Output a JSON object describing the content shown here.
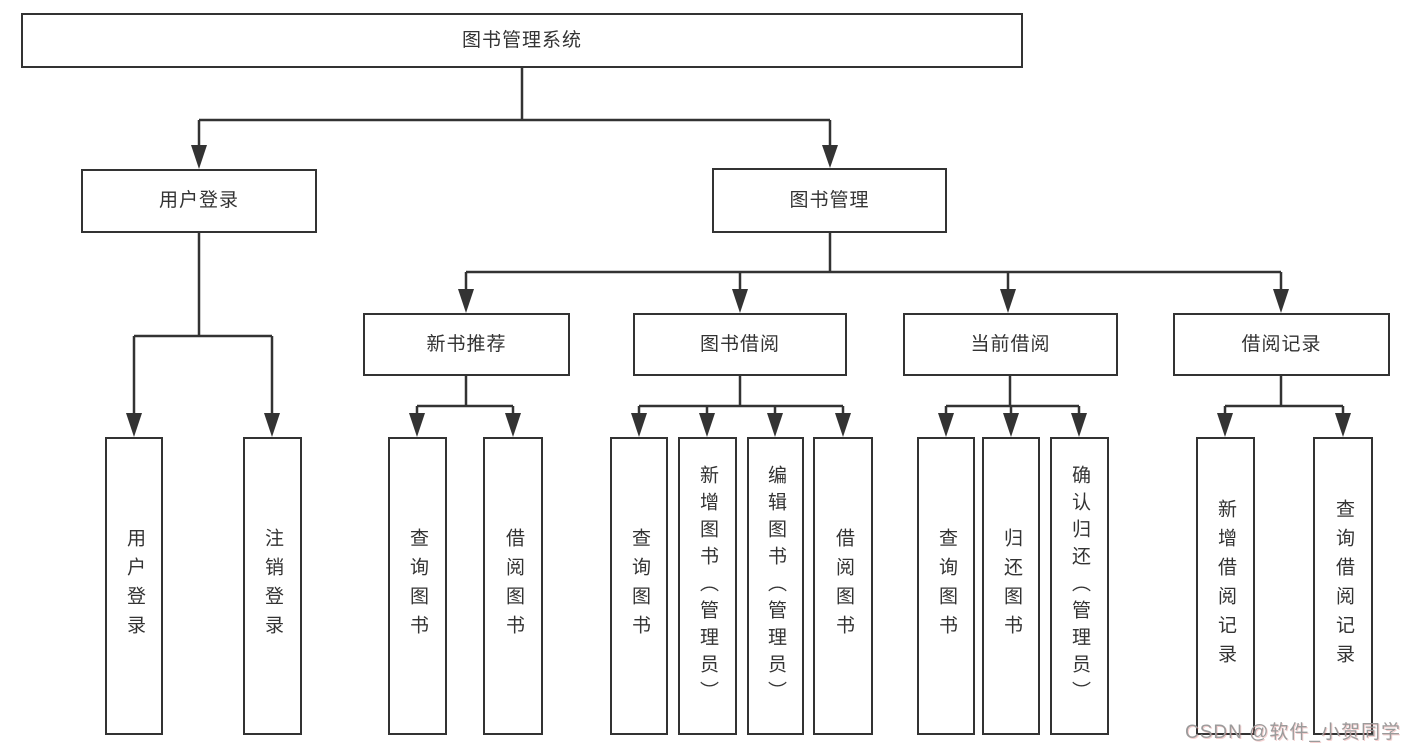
{
  "diagram_type": "hierarchy-tree",
  "colors": {
    "background": "#ffffff",
    "line": "#333333",
    "box_border": "#333333",
    "text": "#333333",
    "watermark": "#9b9b9b"
  },
  "tree": {
    "label": "图书管理系统",
    "children": [
      {
        "label": "用户登录",
        "children": [
          {
            "label": "用户登录"
          },
          {
            "label": "注销登录"
          }
        ]
      },
      {
        "label": "图书管理",
        "children": [
          {
            "label": "新书推荐",
            "children": [
              {
                "label": "查询图书"
              },
              {
                "label": "借阅图书"
              }
            ]
          },
          {
            "label": "图书借阅",
            "children": [
              {
                "label": "查询图书"
              },
              {
                "label": "新增图书（管理员）"
              },
              {
                "label": "编辑图书（管理员）"
              },
              {
                "label": "借阅图书"
              }
            ]
          },
          {
            "label": "当前借阅",
            "children": [
              {
                "label": "查询图书"
              },
              {
                "label": "归还图书"
              },
              {
                "label": "确认归还（管理员）"
              }
            ]
          },
          {
            "label": "借阅记录",
            "children": [
              {
                "label": "新增借阅记录"
              },
              {
                "label": "查询借阅记录"
              }
            ]
          }
        ]
      }
    ]
  },
  "watermark": "CSDN @软件_小贺同学"
}
